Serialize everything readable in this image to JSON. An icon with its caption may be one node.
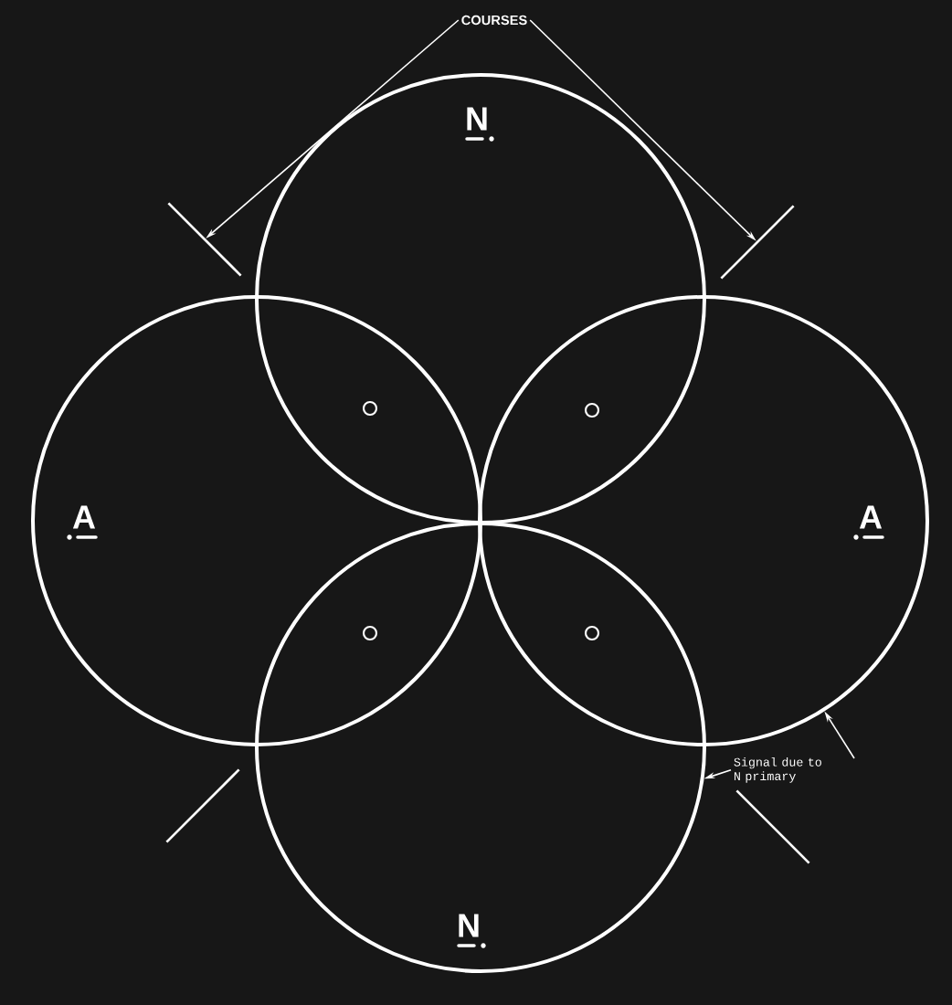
{
  "diagram": {
    "nodes": [
      {
        "text": [
          "COURSES"
        ]
      },
      {
        "text": [
          "N"
        ]
      },
      {
        "text": [
          "A"
        ]
      },
      {
        "text": [
          "A"
        ]
      },
      {
        "text": [
          "N"
        ]
      },
      {
        "text": [],
        "shape": "line"
      },
      {
        "text": [],
        "shape": "line"
      },
      {
        "text": [],
        "shape": "line"
      },
      {
        "text": [],
        "shape": "line"
      },
      {
        "text": [
          "Signal due to N primary"
        ]
      }
    ],
    "edges": [
      {
        "from": 0,
        "to": 5,
        "arrow": "to"
      },
      {
        "from": 0,
        "to": 6,
        "arrow": "to"
      },
      {
        "from": 9,
        "to": 4,
        "arrow": "to"
      },
      {
        "from": null,
        "to": 3,
        "arrow": "to"
      }
    ]
  }
}
